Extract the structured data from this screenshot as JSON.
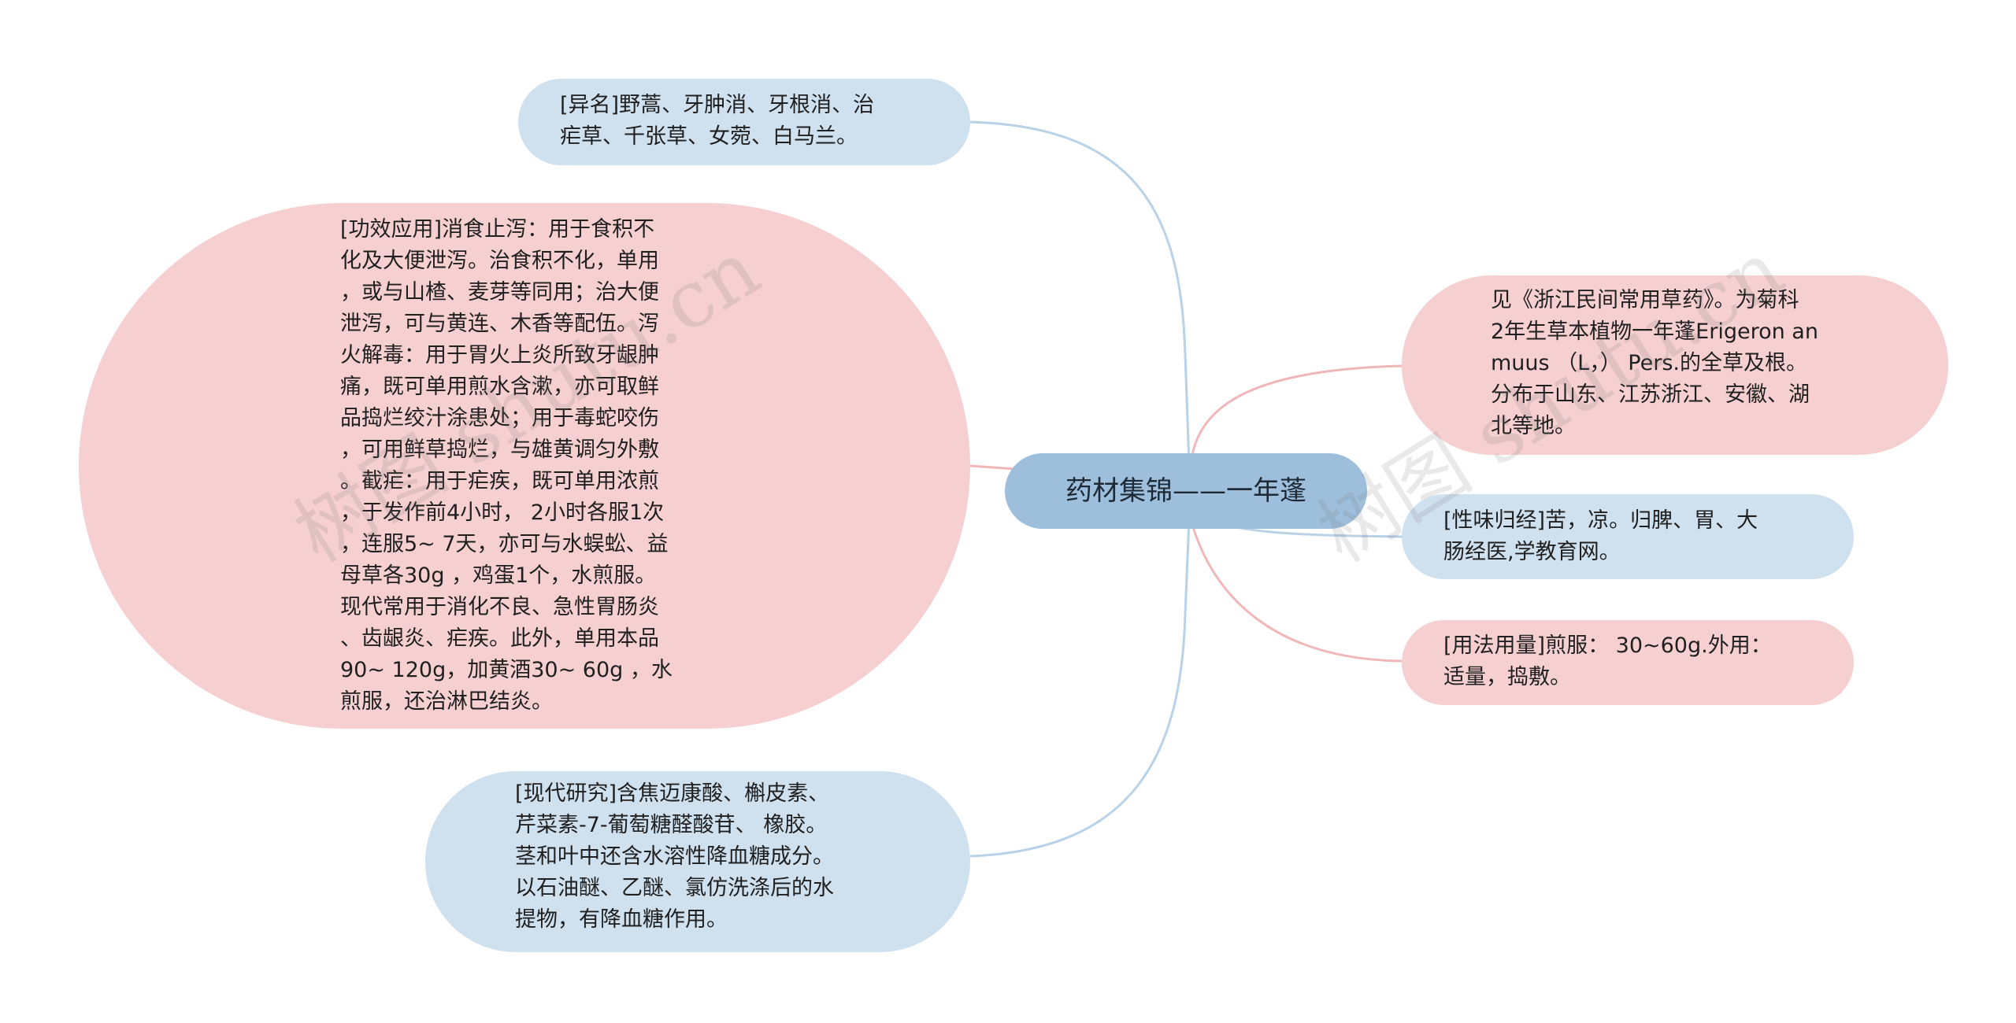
{
  "center": {
    "label": "药材集锦——一年蓬"
  },
  "nodes": {
    "alias": {
      "text": "[异名]野蒿、牙肿消、牙根消、治\n疟草、千张草、女菀、白马兰。"
    },
    "efficacy": {
      "text": "[功效应用]消食止泻：用于食积不\n化及大便泄泻。治食积不化，单用\n，或与山楂、麦芽等同用；治大便\n泄泻，可与黄连、木香等配伍。泻\n火解毒：用于胃火上炎所致牙龈肿\n痛，既可单用煎水含漱，亦可取鲜\n品捣烂绞汁涂患处；用于毒蛇咬伤\n，可用鲜草捣烂，与雄黄调匀外敷\n。截疟：用于疟疾，既可单用浓煎\n，于发作前4小时， 2小时各服1次\n，连服5~ 7天，亦可与水蜈蚣、益\n母草各30g ，鸡蛋1个，水煎服。\n现代常用于消化不良、急性胃肠炎\n、齿龈炎、疟疾。此外，单用本品\n90~ 120g，加黄酒30~ 60g ，水\n煎服，还治淋巴结炎。"
    },
    "research": {
      "text": "[现代研究]含焦迈康酸、槲皮素、\n芹菜素-7-葡萄糖醛酸苷、 橡胶。\n茎和叶中还含水溶性降血糖成分。\n以石油醚、乙醚、氯仿洗涤后的水\n提物，有降血糖作用。"
    },
    "source": {
      "text": "见《浙江民间常用草药》。为菊科\n2年生草本植物一年蓬Erigeron an\nmuus （L，） Pers.的全草及根。\n分布于山东、江苏浙江、安徽、湖\n北等地。"
    },
    "nature": {
      "text": "[性味归经]苦，凉。归脾、胃、大\n肠经医,学教育网。"
    },
    "dosage": {
      "text": "[用法用量]煎服： 30~60g.外用：\n适量，捣敷。"
    }
  },
  "watermarks": [
    "树图 shutu.cn",
    "树图 shutu.cn"
  ],
  "colors": {
    "center": "#9ebfdc",
    "blue_node": "#cfe0ef",
    "pink_node": "#f6cfd0",
    "blue_link": "#b9d2e8",
    "pink_link": "#f0b7b9"
  }
}
